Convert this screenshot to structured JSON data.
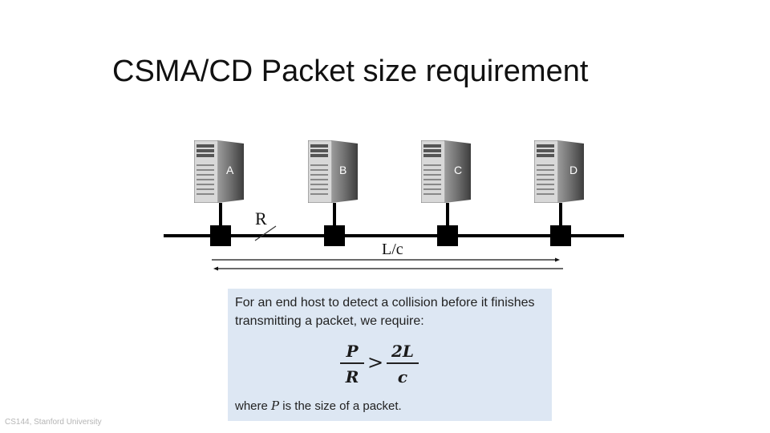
{
  "title": "CSMA/CD Packet size requirement",
  "hosts": [
    {
      "label": "A"
    },
    {
      "label": "B"
    },
    {
      "label": "C"
    },
    {
      "label": "D"
    }
  ],
  "rate_label": "R",
  "delay_label": "L/c",
  "note": {
    "text": "For an end host to detect a collision before it finishes transmitting a packet, we require:",
    "formula": {
      "left_num": "P",
      "left_den": "R",
      "operator": ">",
      "right_num": "2L",
      "right_den": "c"
    },
    "footnote_prefix": "where",
    "footnote_var": "P",
    "footnote_suffix": "is the size of a packet."
  },
  "footer": "CS144, Stanford University",
  "colors": {
    "note_background": "#dde7f3",
    "cable": "#000000"
  }
}
